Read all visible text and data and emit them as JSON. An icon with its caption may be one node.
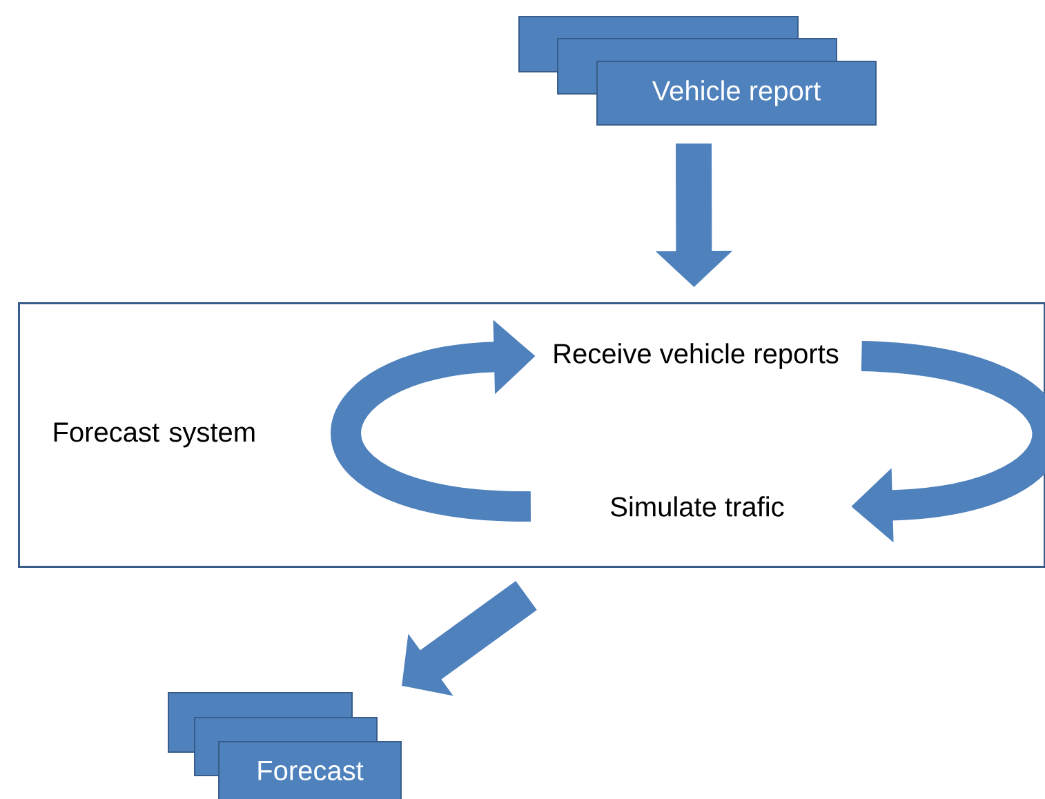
{
  "diagram": {
    "nodes": [
      {
        "text": [
          "Vehicle report"
        ]
      },
      {
        "text": [
          "Forecast system"
        ]
      },
      {
        "text": [
          "Receive vehicle reports"
        ],
        "in": 1
      },
      {
        "text": [
          "Simulate trafic"
        ],
        "in": 1
      },
      {
        "text": [
          "Forecast"
        ]
      }
    ],
    "edges": [
      {
        "from": 0,
        "to": 1,
        "arrow": "to"
      },
      {
        "from": 2,
        "to": 3,
        "arrow": "to"
      },
      {
        "from": 3,
        "to": 2,
        "arrow": "to"
      },
      {
        "from": 1,
        "to": 4,
        "arrow": "to"
      }
    ]
  }
}
